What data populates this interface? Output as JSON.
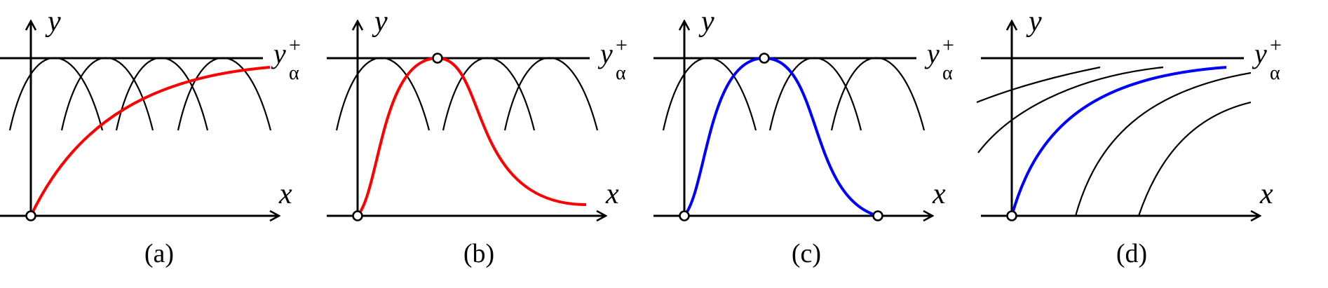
{
  "figure": {
    "panels": [
      {
        "caption": "(a)",
        "x_label": "x",
        "y_label": "y",
        "level_label": {
          "base": "y",
          "superscript": "+",
          "subscript": "α"
        },
        "highlight_color": "#ff0000",
        "background_curves": "arches",
        "highlighted_curve": "monotone rise toward the level"
      },
      {
        "caption": "(b)",
        "x_label": "x",
        "y_label": "y",
        "level_label": {
          "base": "y",
          "superscript": "+",
          "subscript": "α"
        },
        "highlight_color": "#ff0000",
        "background_curves": "arches",
        "highlighted_curve": "rises to touch the level, then falls"
      },
      {
        "caption": "(c)",
        "x_label": "x",
        "y_label": "y",
        "level_label": {
          "base": "y",
          "superscript": "+",
          "subscript": "α"
        },
        "highlight_color": "#0000ff",
        "background_curves": "arches",
        "highlighted_curve": "rises to touch the level, then returns to the x axis"
      },
      {
        "caption": "(d)",
        "x_label": "x",
        "y_label": "y",
        "level_label": {
          "base": "y",
          "superscript": "+",
          "subscript": "α"
        },
        "highlight_color": "#0000ff",
        "background_curves": "shifted rising curves",
        "highlighted_curve": "monotone rise toward the level"
      }
    ]
  }
}
